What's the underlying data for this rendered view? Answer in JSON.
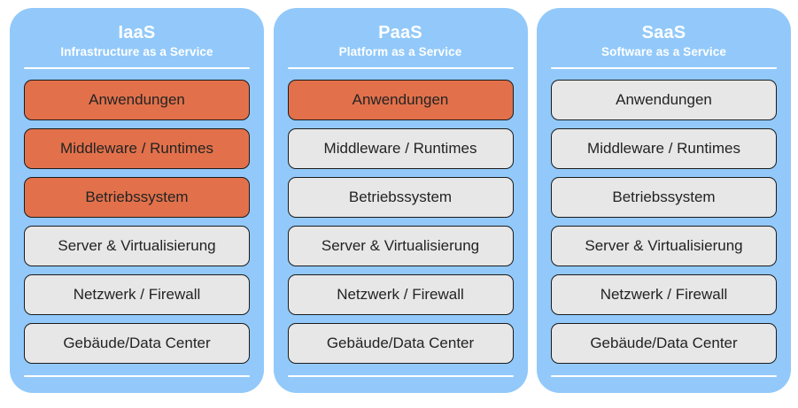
{
  "diagram": {
    "background_color": "#ffffff",
    "panel_color": "#92c9fa",
    "highlight_color": "#e2714b",
    "neutral_color": "#e7e7e7",
    "border_color": "#1b1b1b",
    "divider_color": "#ffffff",
    "columns": [
      {
        "title": "IaaS",
        "subtitle": "Infrastructure as a Service",
        "layers": [
          {
            "label": "Anwendungen",
            "state": "highlight"
          },
          {
            "label": "Middleware / Runtimes",
            "state": "highlight"
          },
          {
            "label": "Betriebssystem",
            "state": "highlight"
          },
          {
            "label": "Server & Virtualisierung",
            "state": "neutral"
          },
          {
            "label": "Netzwerk / Firewall",
            "state": "neutral"
          },
          {
            "label": "Gebäude/Data Center",
            "state": "neutral"
          }
        ]
      },
      {
        "title": "PaaS",
        "subtitle": "Platform as a Service",
        "layers": [
          {
            "label": "Anwendungen",
            "state": "highlight"
          },
          {
            "label": "Middleware / Runtimes",
            "state": "neutral"
          },
          {
            "label": "Betriebssystem",
            "state": "neutral"
          },
          {
            "label": "Server & Virtualisierung",
            "state": "neutral"
          },
          {
            "label": "Netzwerk / Firewall",
            "state": "neutral"
          },
          {
            "label": "Gebäude/Data Center",
            "state": "neutral"
          }
        ]
      },
      {
        "title": "SaaS",
        "subtitle": "Software as a Service",
        "layers": [
          {
            "label": "Anwendungen",
            "state": "neutral"
          },
          {
            "label": "Middleware / Runtimes",
            "state": "neutral"
          },
          {
            "label": "Betriebssystem",
            "state": "neutral"
          },
          {
            "label": "Server & Virtualisierung",
            "state": "neutral"
          },
          {
            "label": "Netzwerk / Firewall",
            "state": "neutral"
          },
          {
            "label": "Gebäude/Data Center",
            "state": "neutral"
          }
        ]
      }
    ]
  }
}
